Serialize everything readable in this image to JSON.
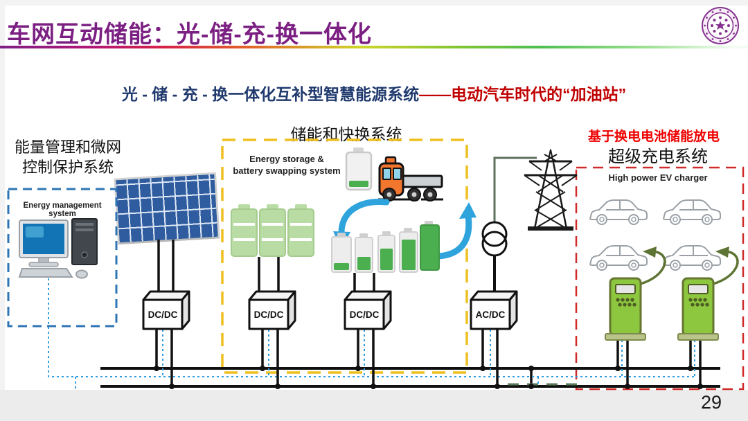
{
  "slide": {
    "title": "车网互动储能：光-储-充-换一体化",
    "page_number": "29",
    "subtitle": {
      "main": "光 - 储 - 充 - 换一体化互补型智慧能源系统",
      "highlight": "——电动汽车时代的“加油站”"
    }
  },
  "sections": {
    "ems": {
      "title_line1": "能量管理和微网",
      "title_line2": "控制保护系统",
      "box_label": "Energy management system"
    },
    "storage": {
      "title": "储能和快换系统",
      "box_label_line1": "Energy storage &",
      "box_label_line2": "battery swapping  system"
    },
    "supercharger": {
      "annotation": "基于换电电池储能放电",
      "title": "超级充电系统",
      "box_label": "High power EV charger"
    }
  },
  "converters": [
    {
      "label": "DC/DC"
    },
    {
      "label": "DC/DC"
    },
    {
      "label": "DC/DC"
    },
    {
      "label": "AC/DC"
    }
  ],
  "battery_swap_cycle": {
    "soc_levels_pct": [
      20,
      40,
      60,
      80,
      100
    ]
  },
  "icons": {
    "university-logo": "circular purple university seal",
    "computer-icon": "desktop PC of energy management system",
    "solar-panel-icon": "photovoltaic panel on pole",
    "battery-pack-icon": "stationary battery pack, 3 light-green cells",
    "swap-battery-icon": "depleted swap battery",
    "battery-truck-icon": "orange battery swapping truck",
    "swap-cycle-arrow-icon": "blue circular exchange arrows",
    "charging-batteries-icon": "row of batteries charging 20% to 100%",
    "grid-tower-icon": "transmission line lattice tower",
    "transformer-icon": "two-circle transformer symbol",
    "car-icon": "sketched electric car outline",
    "ev-charger-icon": "green high power EV charging pile"
  },
  "colors": {
    "title_purple": "#7B1F82",
    "subtitle_blue": "#203A6E",
    "subtitle_red": "#C00000",
    "annotation_red": "#EE0000",
    "ems_box_blue": "#2E75B6",
    "storage_box_yellow": "#EFBF1F",
    "supercharger_box_red": "#D02A2A",
    "comm_line_blue": "#2F9BE3",
    "battery_green": "#4BAE4F",
    "pack_green": "#B9DCA4",
    "charger_green": "#8DC63F",
    "cable_green": "#5E7434",
    "arrow_blue": "#2EA3DC",
    "truck_orange": "#F2762E",
    "bus_black": "#111111"
  }
}
